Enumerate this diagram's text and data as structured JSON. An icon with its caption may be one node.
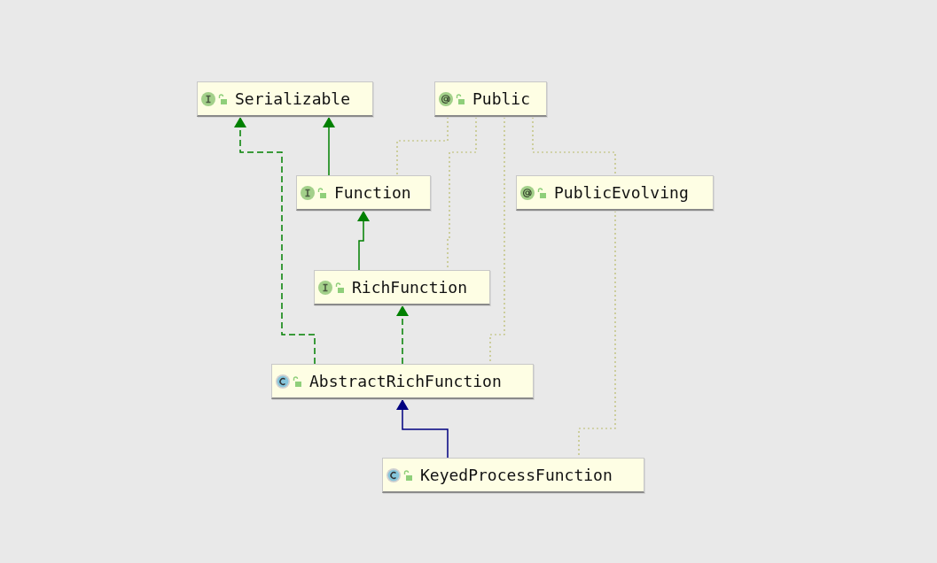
{
  "diagram": {
    "nodes": [
      {
        "text": [
          "Serializable"
        ]
      },
      {
        "text": [
          "Public"
        ]
      },
      {
        "text": [
          "Function"
        ]
      },
      {
        "text": [
          "PublicEvolving"
        ]
      },
      {
        "text": [
          "RichFunction"
        ]
      },
      {
        "text": [
          "AbstractRichFunction"
        ]
      },
      {
        "text": [
          "KeyedProcessFunction"
        ]
      }
    ],
    "edges": [
      {
        "from": 2,
        "to": 0,
        "arrow": "to",
        "color": "#008000"
      },
      {
        "from": 5,
        "to": 0,
        "arrow": "to",
        "style": "dashed",
        "color": "#008000"
      },
      {
        "from": 4,
        "to": 2,
        "arrow": "to",
        "color": "#008000"
      },
      {
        "from": 5,
        "to": 4,
        "arrow": "to",
        "style": "dashed",
        "color": "#008000"
      },
      {
        "from": 6,
        "to": 5,
        "arrow": "to",
        "color": "#000080"
      },
      {
        "from": 1,
        "to": 2,
        "arrow": "none",
        "style": "dashed",
        "color": "#b9bb6a"
      },
      {
        "from": 1,
        "to": 4,
        "arrow": "none",
        "style": "dashed",
        "color": "#b9bb6a"
      },
      {
        "from": 1,
        "to": 5,
        "arrow": "none",
        "style": "dashed",
        "color": "#b9bb6a"
      },
      {
        "from": 1,
        "to": 3,
        "arrow": "none",
        "style": "dashed",
        "color": "#b9bb6a"
      },
      {
        "from": 3,
        "to": 6,
        "arrow": "none",
        "style": "dashed",
        "color": "#b9bb6a"
      }
    ]
  }
}
